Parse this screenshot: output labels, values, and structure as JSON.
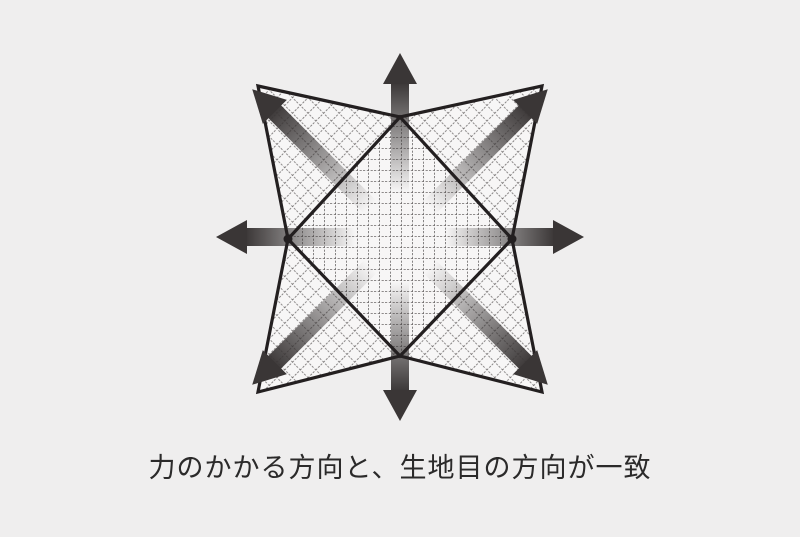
{
  "caption": "力のかかる方向と、生地目の方向が一致",
  "colors": {
    "background": "#efeeee",
    "outline": "#231f20",
    "arrow": "#3a3636",
    "stitch": "#6b6767",
    "text": "#2b2a2a"
  },
  "icons": {
    "arrows": "eight-direction-arrow-icons",
    "fabric": "woven-grid-pattern"
  }
}
